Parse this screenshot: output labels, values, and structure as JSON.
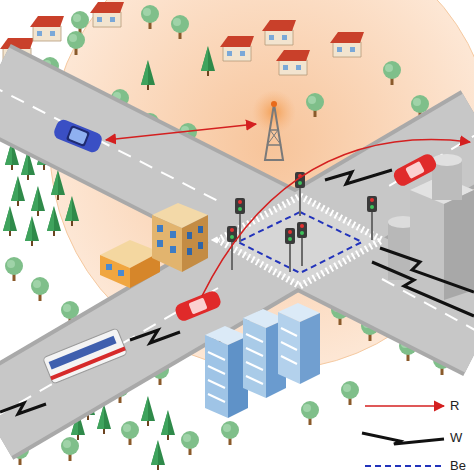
{
  "diagram": {
    "legend": [
      {
        "text": "R"
      },
      {
        "text": "W"
      },
      {
        "text": "Be"
      }
    ]
  }
}
